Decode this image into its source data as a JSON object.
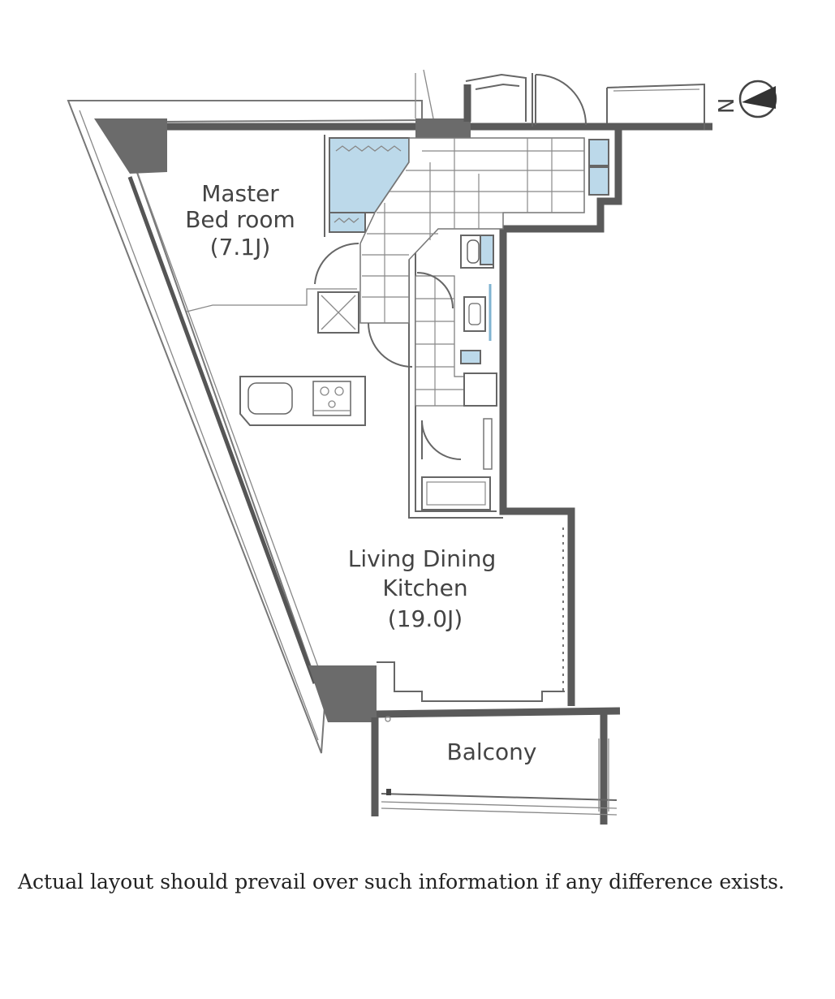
{
  "plan": {
    "rooms": {
      "master": {
        "line1": "Master",
        "line2": "Bed room",
        "size": "(7.1J)"
      },
      "ldk": {
        "line1": "Living Dining",
        "line2": "Kitchen",
        "size": "(19.0J)"
      },
      "balcony": {
        "label": "Balcony"
      }
    },
    "compass": {
      "label": "N"
    },
    "icons": [
      "compass-icon",
      "door-swing-icon",
      "sink-icon",
      "stove-icon",
      "toilet-icon",
      "bathtub-icon",
      "closet-icon"
    ]
  },
  "disclaimer": "Actual layout should prevail over such information if any difference exists.",
  "colors": {
    "wall": "#5a5a5a",
    "column": "#6b6b6b",
    "fixture": "#bcd9ea",
    "text": "#444444"
  }
}
